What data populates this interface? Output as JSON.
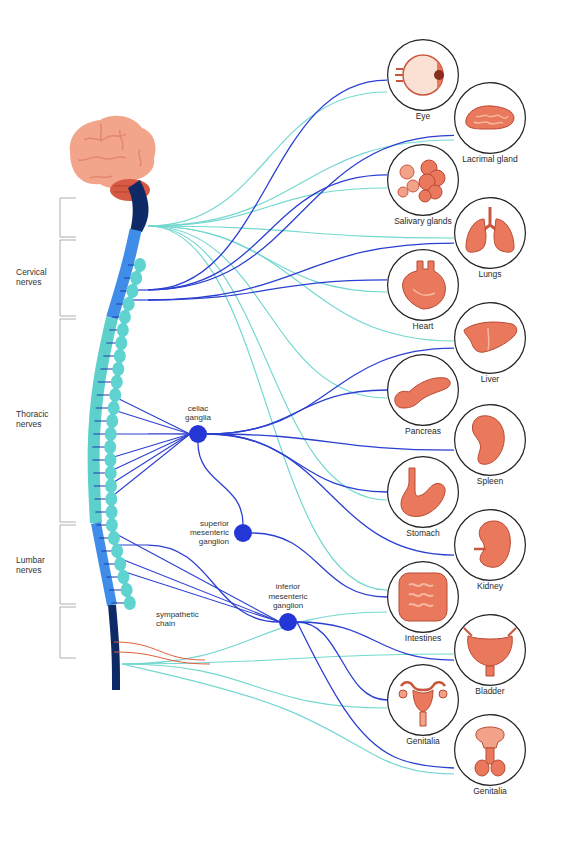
{
  "diagram": {
    "nodes": [
      {
        "text": [
          "Eye"
        ]
      },
      {
        "text": [
          "Lacrimal gland"
        ]
      },
      {
        "text": [
          "Salivary glands"
        ]
      },
      {
        "text": [
          "Lungs"
        ]
      },
      {
        "text": [
          "Heart"
        ]
      },
      {
        "text": [
          "Liver"
        ]
      },
      {
        "text": [
          "Pancreas"
        ]
      },
      {
        "text": [
          "Spleen"
        ]
      },
      {
        "text": [
          "Stomach"
        ]
      },
      {
        "text": [
          "Kidney"
        ]
      },
      {
        "text": [
          "Intestines"
        ]
      },
      {
        "text": [
          "Bladder"
        ]
      },
      {
        "text": [
          "Genitalia"
        ]
      },
      {
        "text": [
          "Genitalia"
        ]
      },
      {
        "text": [
          "celiac ganglia"
        ]
      },
      {
        "text": [
          "superior mesenteric ganglion"
        ]
      },
      {
        "text": [
          "inferior mesenteric ganglion"
        ]
      },
      {
        "text": [
          "sympathetic chain"
        ]
      }
    ],
    "edges": [
      {
        "from": 17,
        "to": 0,
        "arrow": "none"
      },
      {
        "from": 17,
        "to": 1,
        "arrow": "none"
      },
      {
        "from": 17,
        "to": 2,
        "arrow": "none"
      },
      {
        "from": 17,
        "to": 3,
        "arrow": "none"
      },
      {
        "from": 17,
        "to": 4,
        "arrow": "none"
      },
      {
        "from": 17,
        "to": 14,
        "arrow": "none"
      },
      {
        "from": 14,
        "to": 5,
        "arrow": "none"
      },
      {
        "from": 14,
        "to": 6,
        "arrow": "none"
      },
      {
        "from": 14,
        "to": 7,
        "arrow": "none"
      },
      {
        "from": 14,
        "to": 8,
        "arrow": "none"
      },
      {
        "from": 14,
        "to": 9,
        "arrow": "none"
      },
      {
        "from": 14,
        "to": 15,
        "arrow": "none"
      },
      {
        "from": 15,
        "to": 10,
        "arrow": "none"
      },
      {
        "from": 17,
        "to": 16,
        "arrow": "none"
      },
      {
        "from": 16,
        "to": 11,
        "arrow": "none"
      },
      {
        "from": 16,
        "to": 12,
        "arrow": "none"
      },
      {
        "from": 16,
        "to": 13,
        "arrow": "none"
      }
    ],
    "labels": [
      "Cervical nerves",
      "Thoracic nerves",
      "Lumbar nerves"
    ]
  }
}
